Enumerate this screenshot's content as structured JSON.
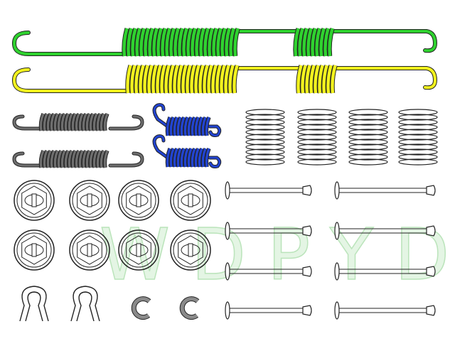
{
  "watermark": "WDPYD",
  "colors": {
    "green_spring": "#2fd22f",
    "yellow_spring": "#f2f21e",
    "gray_spring": "#6e6e6e",
    "blue_spring": "#2244d0",
    "outline": "#222222"
  },
  "parts": {
    "long_springs": 2,
    "short_gray_springs": 2,
    "blue_springs": 2,
    "compression_springs": 4,
    "hold_down_cups": 8,
    "hold_down_pins": 8,
    "u_clips": 2,
    "e_clips": 2
  }
}
